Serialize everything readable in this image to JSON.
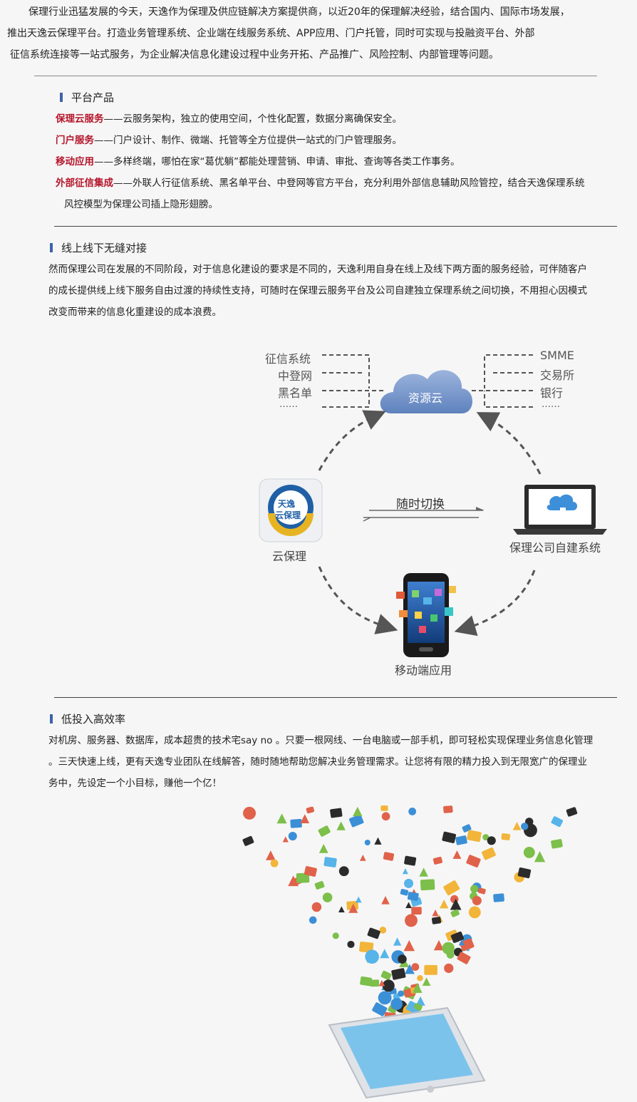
{
  "intro": {
    "lines": [
      "保理行业迅猛发展的今天，天逸作为保理及供应链解决方案提供商，以近20年的保理解决经验，结合国内、国际市场发展，",
      "推出天逸云保理平台。打造业务管理系统、企业端在线服务系统、APP应用、门户托管，同时可实现与投融资平台、外部",
      "征信系统连接等一站式服务，为企业解决信息化建设过程中业务开拓、产品推广、风险控制、内部管理等问题。"
    ]
  },
  "platform": {
    "title": "平台产品",
    "items": [
      {
        "keyword": "保理云服务",
        "text": "——云服务架构，独立的使用空间，个性化配置，数据分离确保安全。"
      },
      {
        "keyword": "门户服务",
        "text": "——门户设计、制作、微端、托管等全方位提供一站式的门户管理服务。"
      },
      {
        "keyword": "移动应用",
        "text": "——多样终端，哪怕在家“葛优躺”都能处理营销、申请、审批、查询等各类工作事务。"
      },
      {
        "keyword": "外部征信集成",
        "text": "——外联人行征信系统、黑名单平台、中登网等官方平台，充分利用外部信息辅助风险管控，结合天逸保理系统"
      }
    ],
    "continuation": "风控模型为保理公司插上隐形翅膀。"
  },
  "online": {
    "title": "线上线下无缝对接",
    "lines": [
      "然而保理公司在发展的不同阶段，对于信息化建设的要求是不同的，天逸利用自身在线上及线下两方面的服务经验，可伴随客户",
      "的成长提供线上线下服务自由过渡的持续性支持，可随时在保理云服务平台及公司自建独立保理系统之间切换，不用担心因模式",
      "改变而带来的信息化重建设的成本浪费。"
    ]
  },
  "diagram": {
    "left_sources": [
      "征信系统",
      "中登网",
      "黑名单",
      "……"
    ],
    "right_sources": [
      "SMME",
      "交易所",
      "银行",
      "……"
    ],
    "cloud": "资源云",
    "switch": "随时切换",
    "app_badge_top": "天逸",
    "app_badge_bottom": "云保理",
    "app_label": "云保理",
    "self_system": "保理公司自建系统",
    "mobile": "移动端应用"
  },
  "efficiency": {
    "title": "低投入高效率",
    "lines": [
      "对机房、服务器、数据库，成本超贵的技术宅say no 。只要一根网线、一台电脑或一部手机，即可轻松实现保理业务信息化管理",
      "。三天快速上线，更有天逸专业团队在线解答，随时随地帮助您解决业务管理需求。让您将有限的精力投入到无限宽广的保理业",
      "务中，先设定一个小目标，赚他一个亿！"
    ]
  },
  "colors": {
    "keyword": "#b5162b",
    "section_bar": "#3e63a8",
    "cloud": "#6c8fc6",
    "arrow": "#5a5a5a"
  }
}
